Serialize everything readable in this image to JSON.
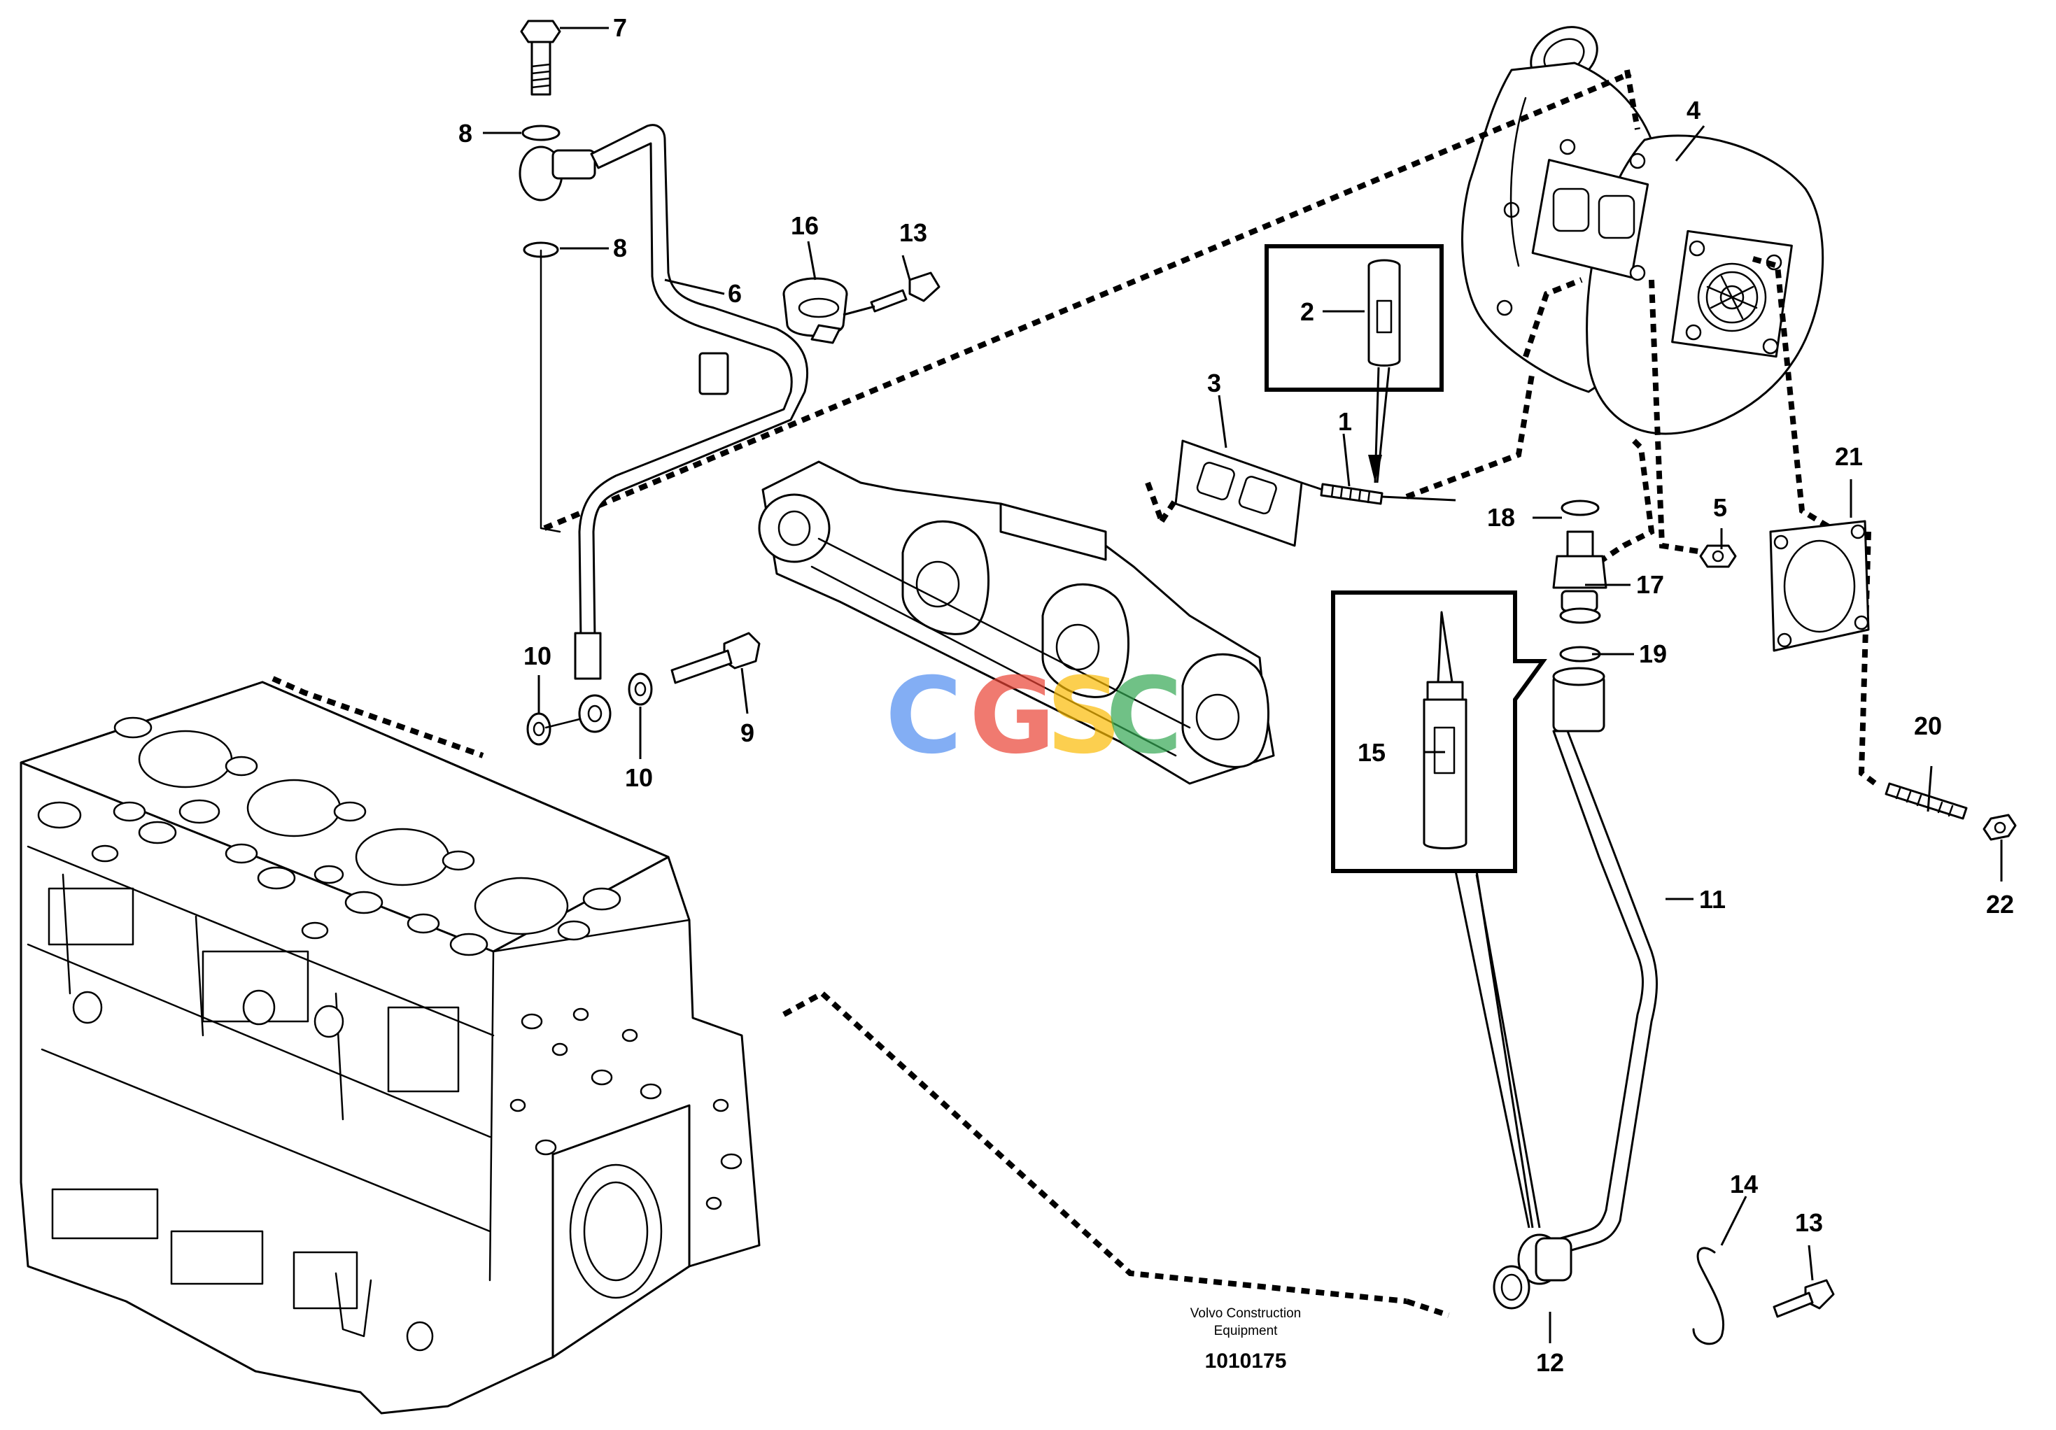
{
  "callouts": {
    "c1": "1",
    "c2": "2",
    "c3": "3",
    "c4": "4",
    "c5": "5",
    "c6": "6",
    "c7": "7",
    "c8a": "8",
    "c8b": "8",
    "c9": "9",
    "c10a": "10",
    "c10b": "10",
    "c11": "11",
    "c12": "12",
    "c13a": "13",
    "c13b": "13",
    "c14": "14",
    "c15": "15",
    "c16": "16",
    "c17": "17",
    "c18": "18",
    "c19": "19",
    "c20": "20",
    "c21": "21",
    "c22": "22"
  },
  "footer": {
    "line1": "Volvo Construction",
    "line2": "Equipment",
    "drawing_number": "1010175"
  },
  "watermark": {
    "letters": [
      "C",
      "G",
      "S",
      "C"
    ],
    "colors": [
      "#4f8df0",
      "#ea4335",
      "#fbbc05",
      "#34a853"
    ]
  }
}
